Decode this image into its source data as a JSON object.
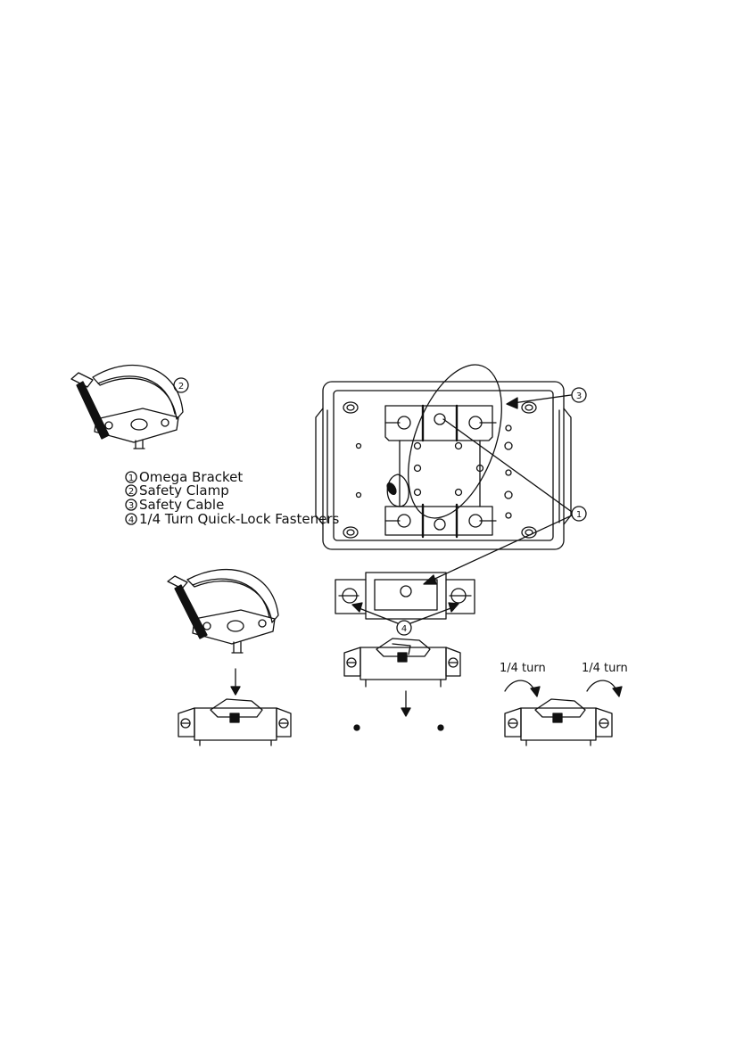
{
  "legend": {
    "items": [
      {
        "num": "1",
        "label": "Omega Bracket"
      },
      {
        "num": "2",
        "label": "Safety Clamp"
      },
      {
        "num": "3",
        "label": "Safety Cable"
      },
      {
        "num": "4",
        "label": "1/4 Turn Quick-Lock Fasteners"
      }
    ]
  },
  "callouts": {
    "one": "1",
    "two": "2",
    "three": "3",
    "four": "4"
  },
  "turn_labels": {
    "left": "1/4 turn",
    "right": "1/4 turn"
  }
}
